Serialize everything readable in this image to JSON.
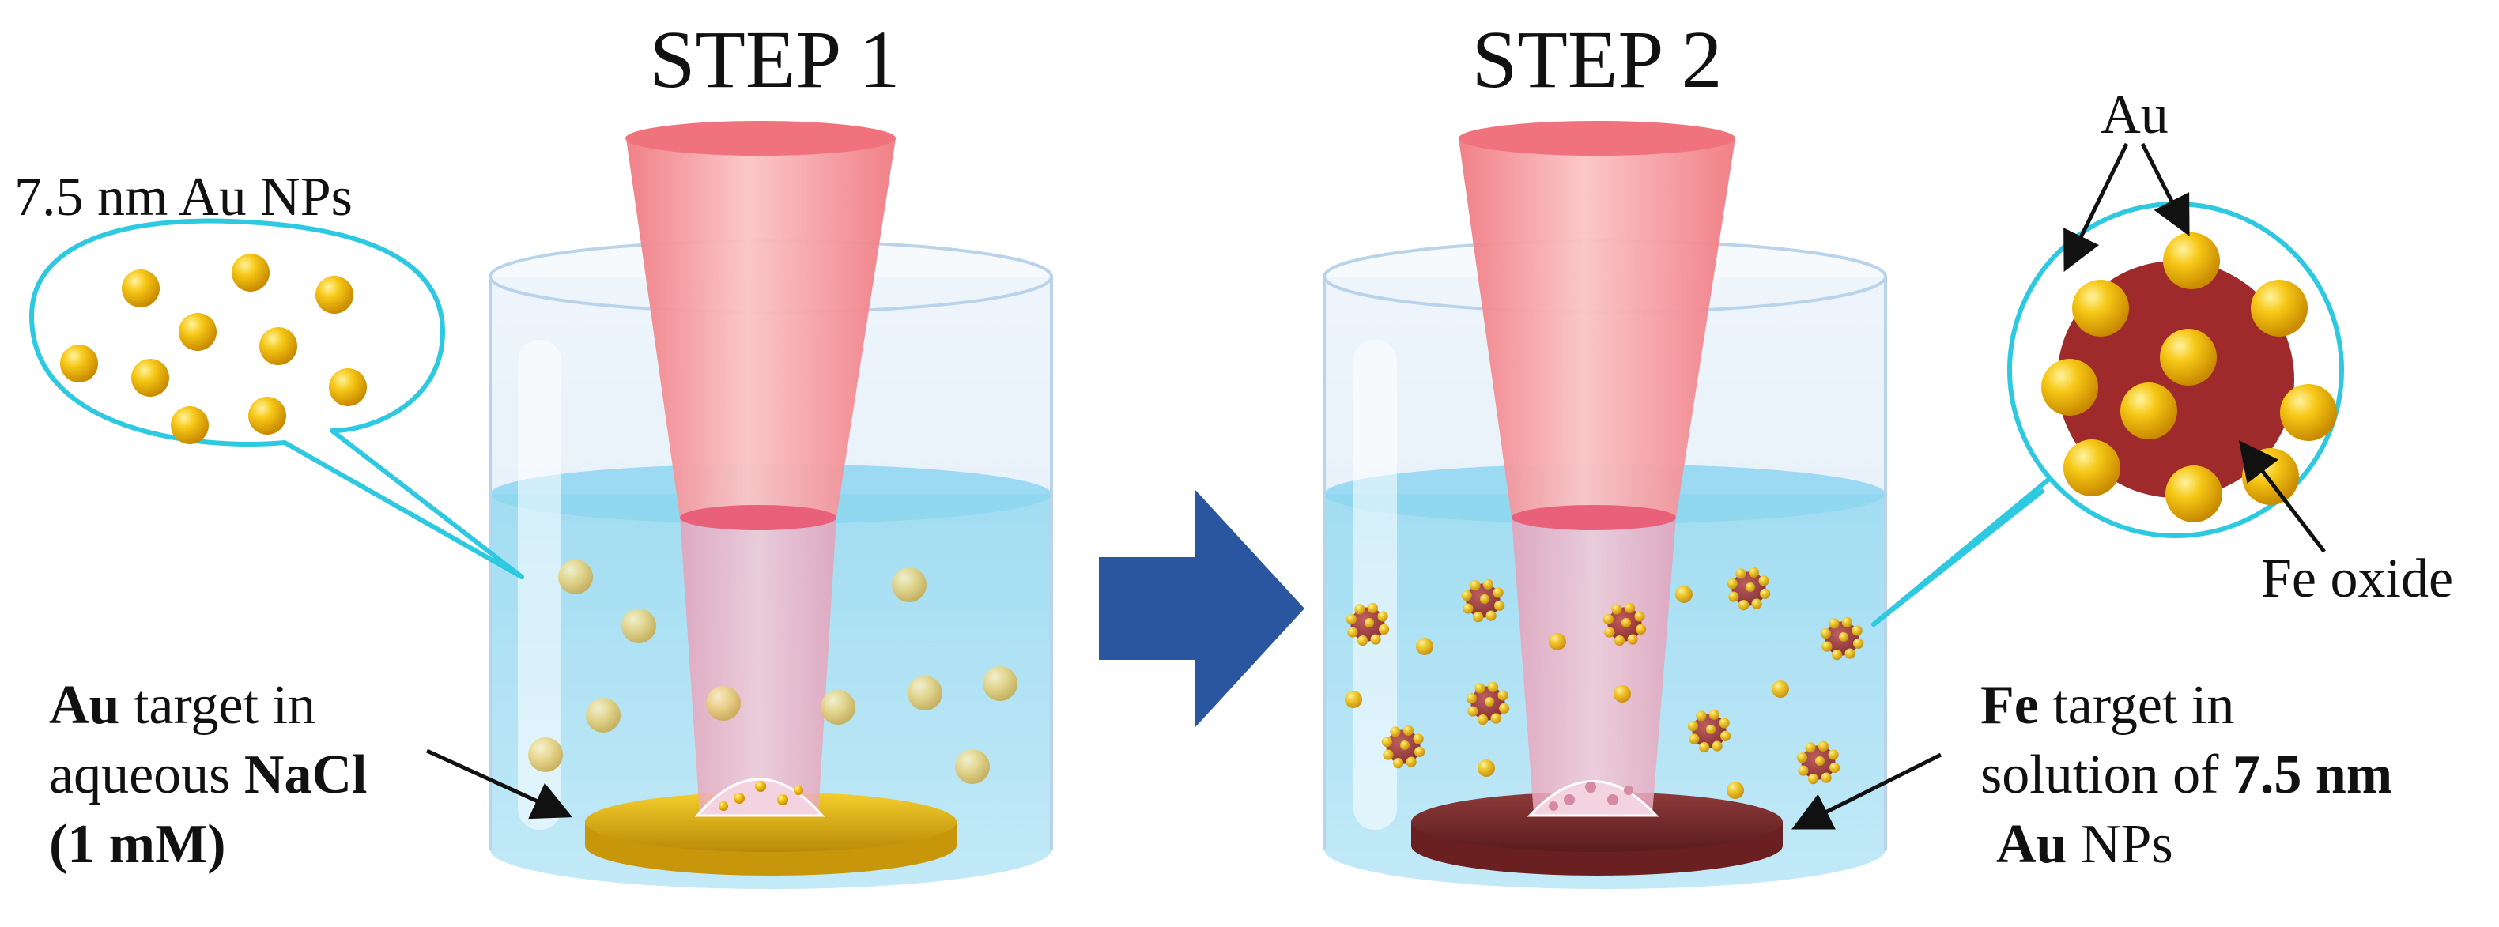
{
  "step1": {
    "title": "STEP 1",
    "bubble_label": "7.5 nm Au NPs",
    "target_label": {
      "line1_bold": "Au",
      "line1_rest": " target in",
      "line2_normal": "aqueous ",
      "line2_bold": "NaCl",
      "line3_bold": "(1 mM)"
    }
  },
  "step2": {
    "title": "STEP 2",
    "inset_au": "Au",
    "inset_fe": "Fe oxide",
    "target_label": {
      "line1_bold": "Fe",
      "line1_rest": " target in",
      "line2_normal": "solution of ",
      "line2_bold": "7.5 nm",
      "line3_bold": "Au",
      "line3_rest": " NPs"
    }
  },
  "colors": {
    "water": "#9fdcf2",
    "laser": "#f48a8f",
    "gold": "#f2bd0f",
    "fe_oxide": "#9e2a2b",
    "arrow": "#2a56a0",
    "callout": "#2cc9e0"
  }
}
